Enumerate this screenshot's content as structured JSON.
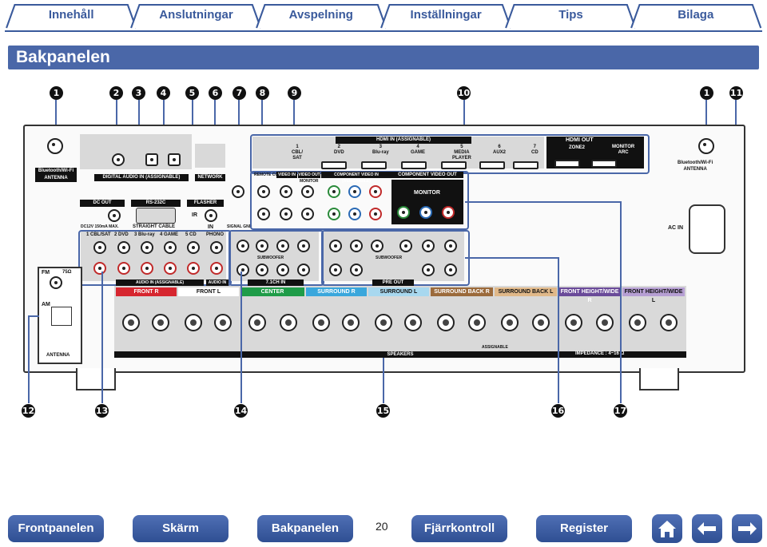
{
  "tabs": [
    "Innehåll",
    "Anslutningar",
    "Avspelning",
    "Inställningar",
    "Tips",
    "Bilaga"
  ],
  "page_title": "Bakpanelen",
  "callouts_top": [
    "1",
    "2",
    "3",
    "4",
    "5",
    "6",
    "7",
    "8",
    "9",
    "10",
    "1",
    "11"
  ],
  "callouts_bottom": [
    "12",
    "13",
    "14",
    "15",
    "16",
    "17"
  ],
  "panel": {
    "bt_antenna_left": "Bluetooth/Wi-Fi\nANTENNA",
    "bt_antenna_right": "Bluetooth/Wi-Fi\nANTENNA",
    "digital_audio_in": "DIGITAL AUDIO IN (ASSIGNABLE)",
    "network": "NETWORK",
    "dc_out": "DC OUT",
    "dc_spec": "DC12V 150mA MAX.",
    "rs232c": "RS-232C",
    "straight_cable": "STRAIGHT CABLE",
    "flasher": "FLASHER",
    "ir": "IR",
    "in": "IN",
    "remote_control": "REMOTE CONTROL",
    "signal_gnd": "SIGNAL GND",
    "hdmi_in": "HDMI IN (ASSIGNABLE)",
    "hdmi_out": "HDMI OUT",
    "zone2": "ZONE2",
    "monitor_arc": "MONITOR\nARC",
    "hdmi_inputs": [
      "1\nCBL/\nSAT",
      "2\nDVD",
      "3\nBlu-ray",
      "4\nGAME",
      "5\nMEDIA\nPLAYER",
      "6\nAUX2",
      "7\nCD"
    ],
    "video_in": "VIDEO IN",
    "video_out": "VIDEO OUT",
    "monitor": "MONITOR",
    "component_video_in": "COMPONENT VIDEO IN (ASSIGNABLE)",
    "component_video_out": "COMPONENT VIDEO OUT",
    "component_monitor": "MONITOR",
    "ac_in": "AC IN",
    "audio_in_assignable": "AUDIO IN (ASSIGNABLE)",
    "audio_in": "AUDIO IN",
    "ch_in": "7.1CH IN",
    "pre_out": "PRE OUT",
    "audio_inputs": [
      "1 CBL/SAT",
      "2 DVD",
      "3 Blu-ray",
      "4 GAME",
      "5 CD",
      "PHONO"
    ],
    "subwoofer": "SUBWOOFER",
    "fm": "FM",
    "fm_ohm": "75Ω",
    "am": "AM",
    "antenna": "ANTENNA",
    "speakers": "SPEAKERS",
    "assignable": "ASSIGNABLE",
    "impedance": "IMPEDANCE : 4~16 Ω",
    "speaker_labels": [
      {
        "text": "FRONT R",
        "color": "#d6262f"
      },
      {
        "text": "FRONT L",
        "color": "#ffffff"
      },
      {
        "text": "CENTER",
        "color": "#1f9c48"
      },
      {
        "text": "SURROUND R",
        "color": "#3aa7dc"
      },
      {
        "text": "SURROUND L",
        "color": "#a8d8ef"
      },
      {
        "text": "SURROUND BACK R",
        "color": "#9b6a3b"
      },
      {
        "text": "SURROUND BACK L",
        "color": "#e0b889"
      },
      {
        "text": "FRONT HEIGHT/WIDE R",
        "color": "#6a4a99"
      },
      {
        "text": "FRONT HEIGHT/WIDE L",
        "color": "#b69fd3"
      }
    ]
  },
  "nav": {
    "frontpanelen": "Frontpanelen",
    "skarm": "Skärm",
    "bakpanelen": "Bakpanelen",
    "page": "20",
    "fjarrkontroll": "Fjärrkontroll",
    "register": "Register"
  },
  "icons": {
    "home": "home-icon",
    "back": "arrow-left-icon",
    "forward": "arrow-right-icon"
  }
}
